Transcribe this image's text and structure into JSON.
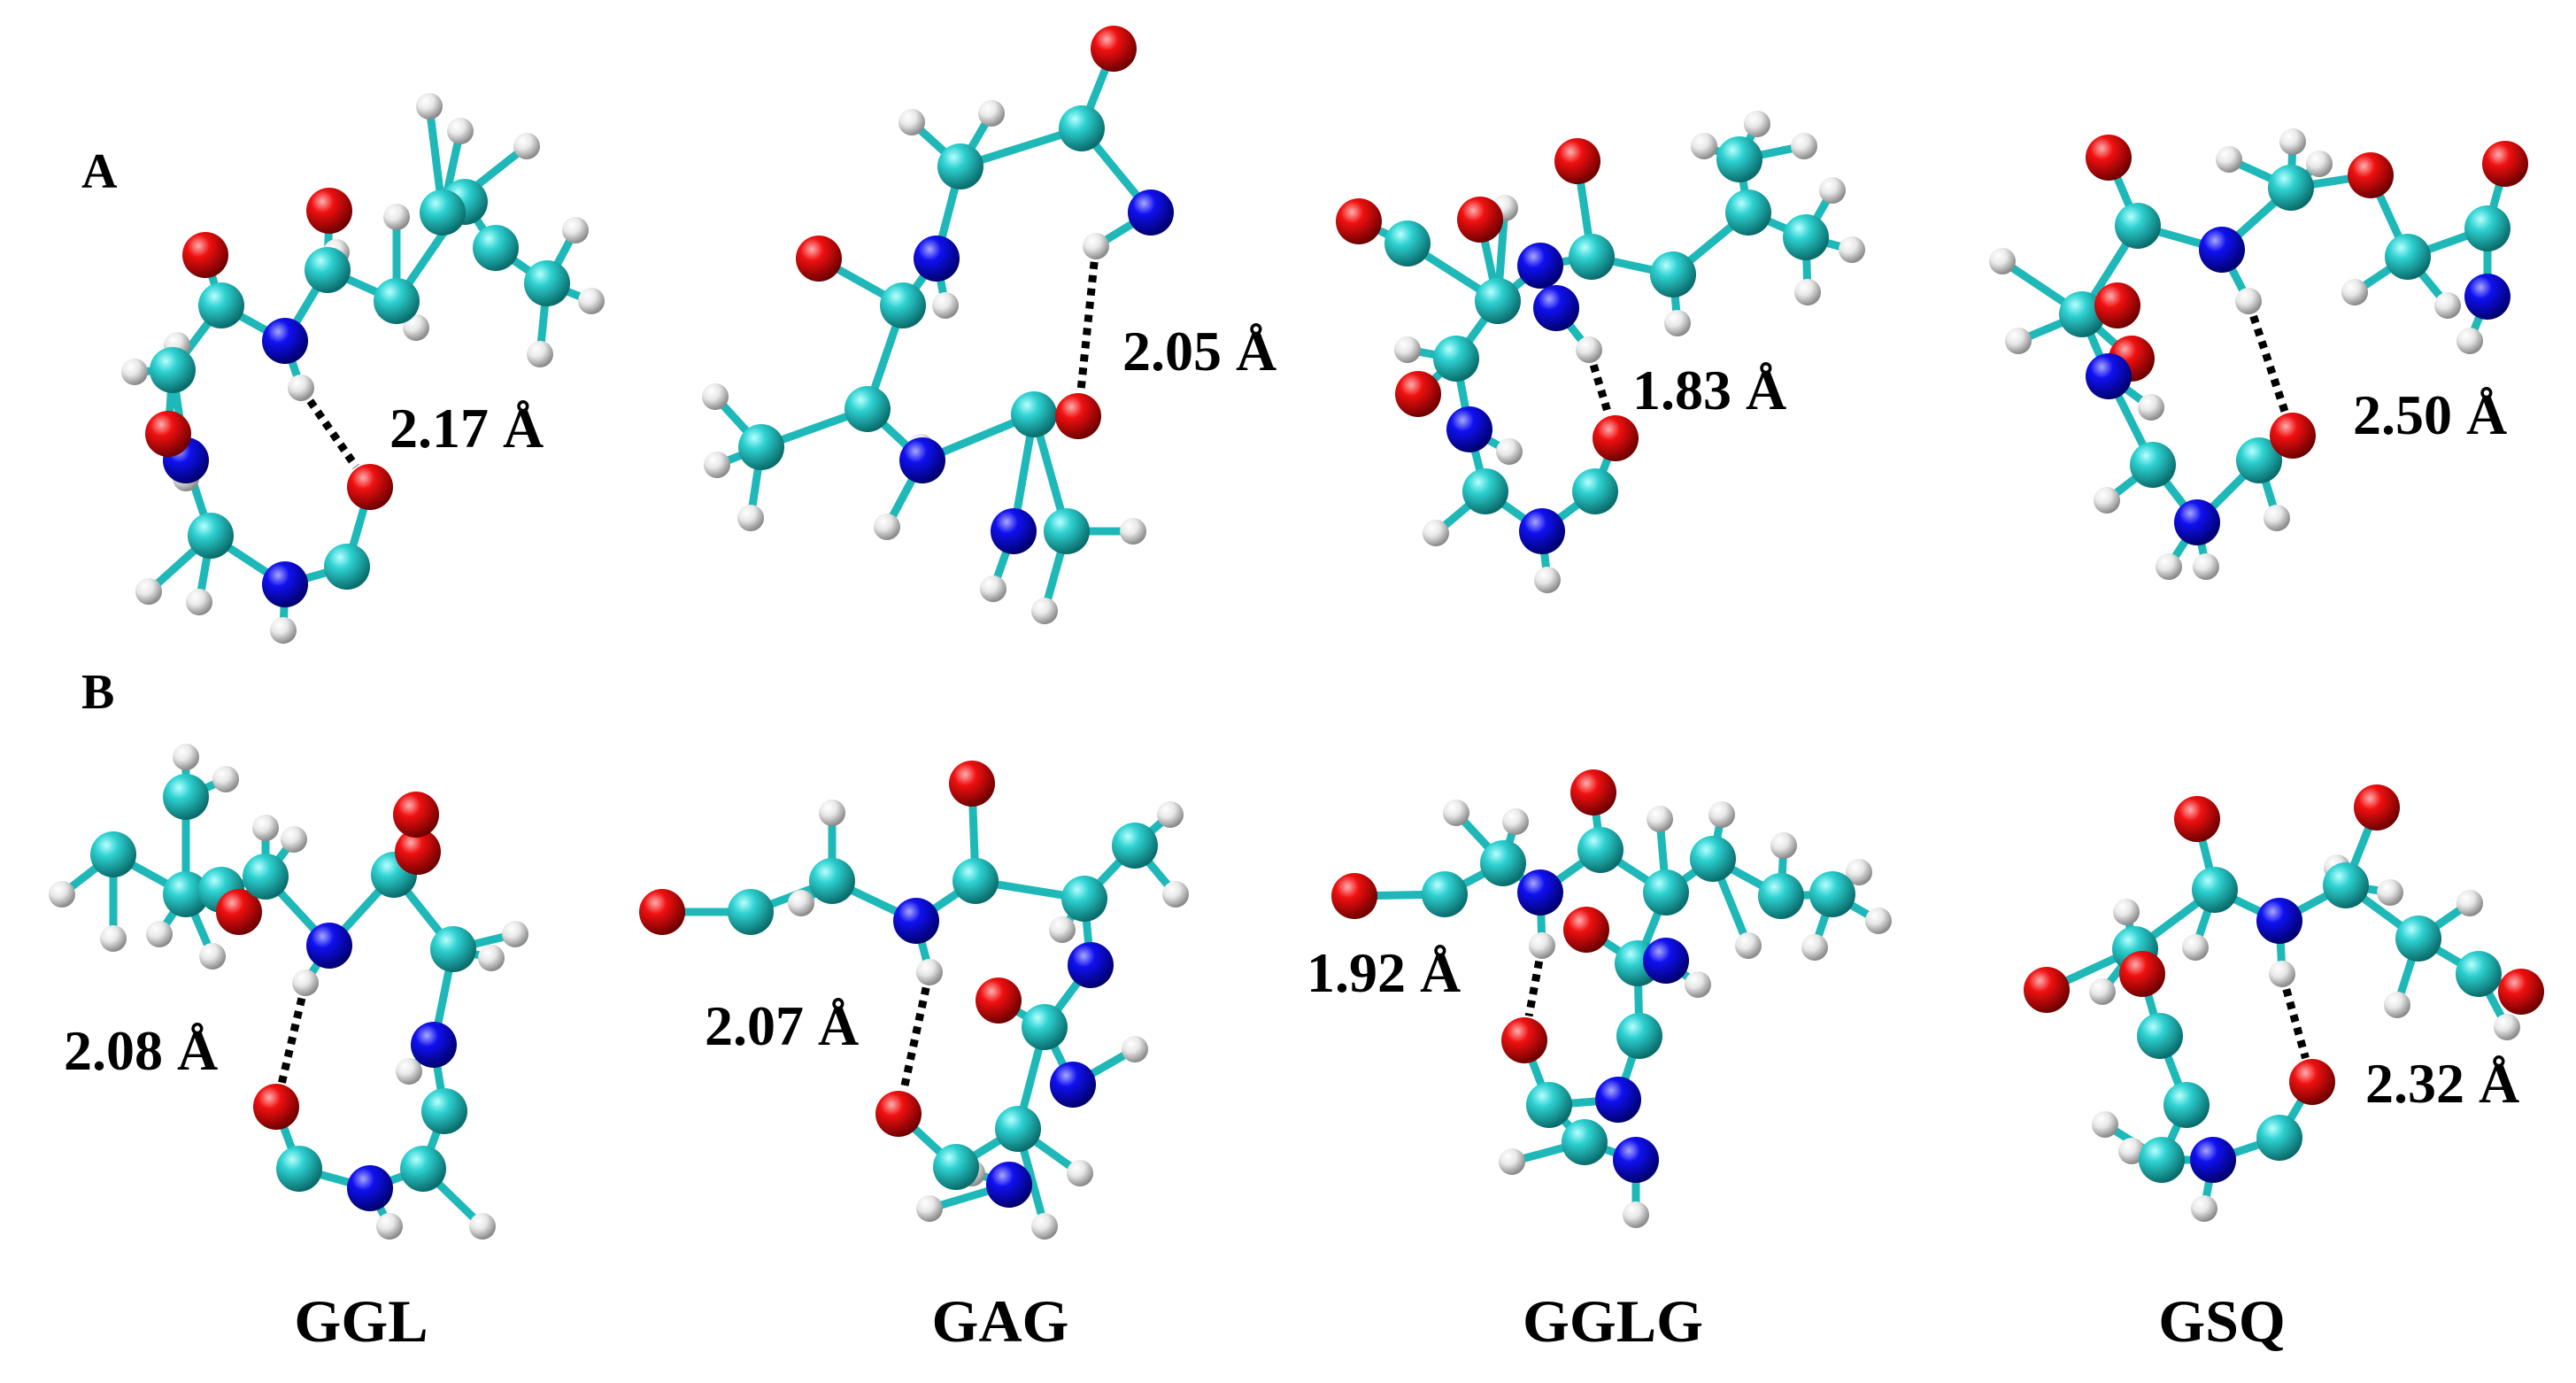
{
  "figure": {
    "row_labels": [
      "A",
      "B"
    ],
    "peptides": [
      "GGL",
      "GAG",
      "GGLG",
      "GSQ"
    ],
    "distances": {
      "A": [
        "2.17 Å",
        "2.05 Å",
        "1.83 Å",
        "2.50 Å"
      ],
      "B": [
        "2.08 Å",
        "2.07 Å",
        "1.92 Å",
        "2.32 Å"
      ]
    },
    "atom_colors": {
      "carbon": "#1fb8b8",
      "oxygen": "#e00000",
      "nitrogen": "#0000e0",
      "hydrogen": "#e6e6e6",
      "bond": "#1fb8b8",
      "hbond": "#000000"
    }
  }
}
